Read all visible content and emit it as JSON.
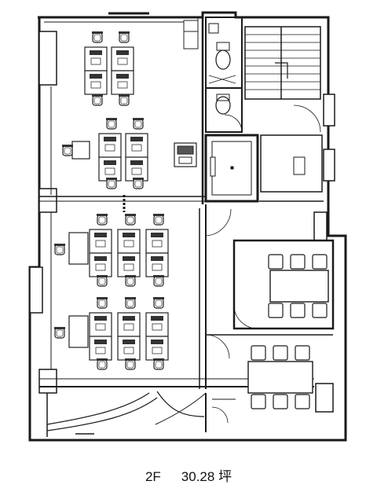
{
  "floor_label": "2F",
  "area_value": "30.28",
  "area_unit": "坪",
  "colors": {
    "line": "#1a1a1a",
    "fill": "#ffffff",
    "furniture": "#2b2b2b"
  }
}
